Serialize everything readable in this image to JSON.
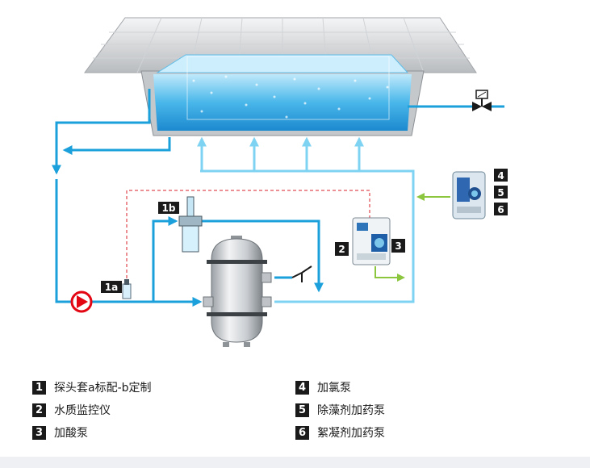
{
  "diagram": {
    "markers": {
      "m1a": "1a",
      "m1b": "1b",
      "m2": "2",
      "m3": "3",
      "m4": "4",
      "m5": "5",
      "m6": "6"
    }
  },
  "legend": {
    "left": [
      {
        "num": "1",
        "text": "探头套a标配-b定制"
      },
      {
        "num": "2",
        "text": "水质监控仪"
      },
      {
        "num": "3",
        "text": "加酸泵"
      }
    ],
    "right": [
      {
        "num": "4",
        "text": "加氯泵"
      },
      {
        "num": "5",
        "text": "除藻剂加药泵"
      },
      {
        "num": "6",
        "text": "絮凝剂加药泵"
      }
    ]
  },
  "colors": {
    "pipe_blue": "#1ba0dc",
    "pipe_light": "#7fd3f2",
    "dose_green": "#8cc63f",
    "signal_red": "#d9212b",
    "pump_red": "#e30613"
  }
}
